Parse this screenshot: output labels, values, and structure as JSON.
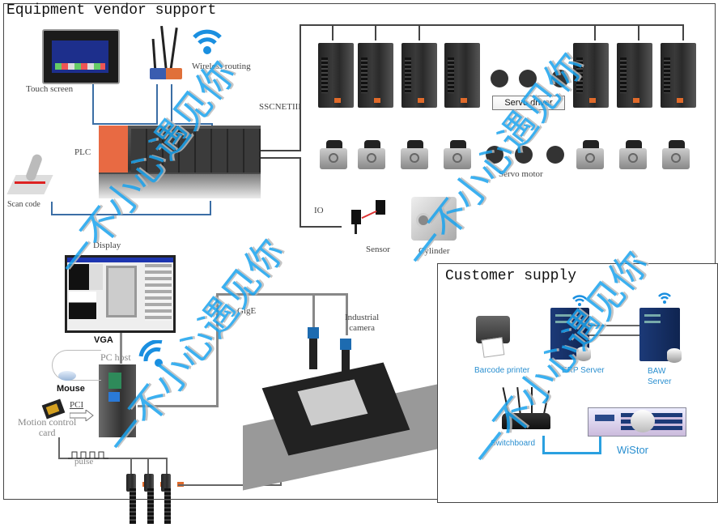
{
  "vendor_section": {
    "title": "Equipment vendor support",
    "labels": {
      "touch_screen": "Touch screen",
      "wireless_routing": "Wireless routing",
      "sscnet": "SSCNETIII",
      "plc": "PLC",
      "scan_code": "Scan code",
      "display": "Display",
      "servo_driver": "Servo driver",
      "servo_motor": "Servo motor",
      "io": "IO",
      "sensor": "Sensor",
      "cylinder": "Cylinder",
      "vga": "VGA",
      "pc_host": "PC host",
      "gige": "GigE",
      "industrial_camera_line1": "Industrial",
      "industrial_camera_line2": "camera",
      "mouse": "Mouse",
      "pci": "PCI",
      "motion_control_line1": "Motion control",
      "motion_control_line2": "card",
      "pulse": "pulse"
    },
    "servo_driver_count_visible": 7,
    "servo_motor_count_visible": 7
  },
  "customer_section": {
    "title": "Customer supply",
    "labels": {
      "barcode_printer": "Barcode printer",
      "erp_server": "ERP Server",
      "baw_server_line1": "BAW",
      "baw_server_line2": "Server",
      "switchboard": "Switchboard",
      "wistor": "WiStor"
    }
  },
  "watermark": "一不小心遇见你",
  "colors": {
    "frame": "#444444",
    "blue_link": "#3b6ea5",
    "cyan_link": "#2aa0e0",
    "label_blue": "#2a8fd0",
    "watermark": "#1aa3ee"
  }
}
